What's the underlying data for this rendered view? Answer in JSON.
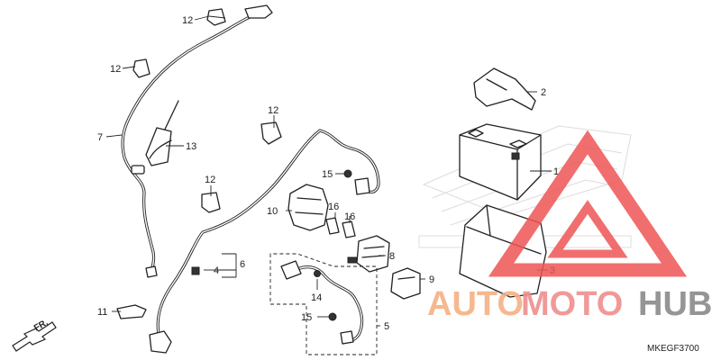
{
  "callouts": {
    "c1": "1",
    "c2": "2",
    "c3": "3",
    "c4": "4",
    "c5": "5",
    "c6": "6",
    "c7": "7",
    "c8": "8",
    "c9": "9",
    "c10": "10",
    "c11": "11",
    "c12a": "12",
    "c12b": "12",
    "c12c": "12",
    "c12d": "12",
    "c13": "13",
    "c14": "14",
    "c15a": "15",
    "c15b": "15",
    "c16a": "16",
    "c16b": "16"
  },
  "direction_marker": {
    "label": "FR.",
    "icon": "arrow-down-left-icon"
  },
  "watermark": {
    "part1": "AUTO",
    "part2": "MOTO",
    "part3": "HUB",
    "colors": {
      "auto": "#f4b183",
      "moto": "#ef8f8f",
      "hub": "#8a8a8a",
      "logo": "#ee5555"
    }
  },
  "diagram_code": "MKEGF3700"
}
